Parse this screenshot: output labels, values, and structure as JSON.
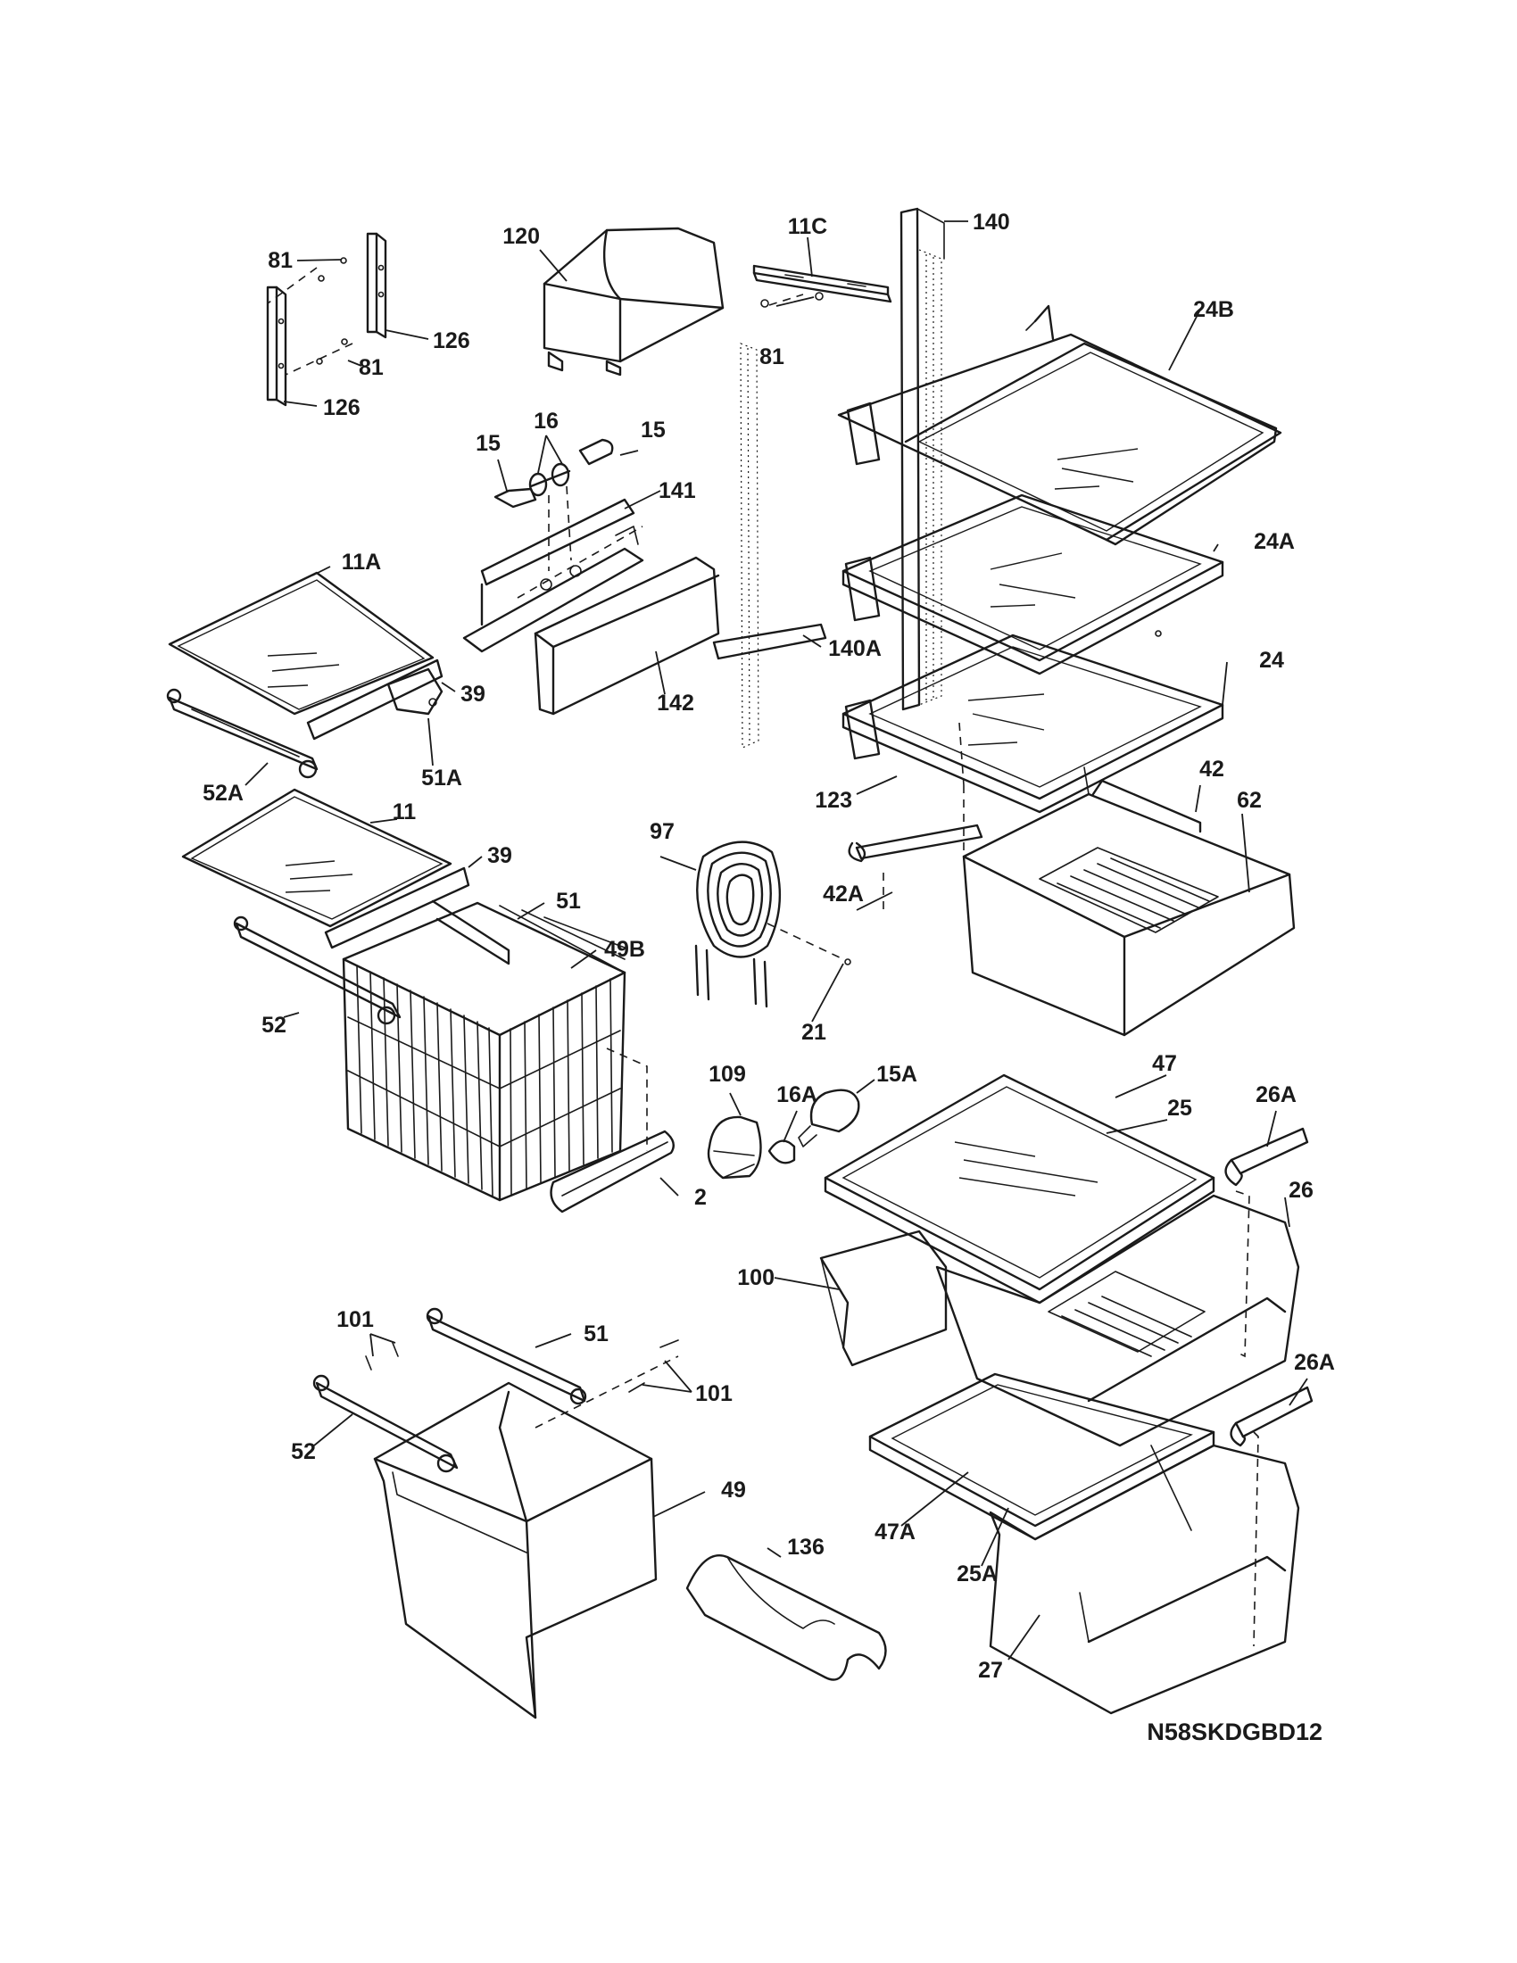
{
  "diagram_code": "N58SKDGBD12",
  "callouts": {
    "c81a": "81",
    "c126a": "126",
    "c81b": "81",
    "c126b": "126",
    "c120": "120",
    "c11c": "11C",
    "c140": "140",
    "c81c": "81",
    "c24b": "24B",
    "c15a": "15",
    "c16": "16",
    "c15b": "15",
    "c141": "141",
    "c24a": "24A",
    "c11a": "11A",
    "c39a": "39",
    "c142": "142",
    "c140a": "140A",
    "c24": "24",
    "c52a": "52A",
    "c51a": "51A",
    "c123": "123",
    "c42": "42",
    "c62": "62",
    "c97": "97",
    "c11": "11",
    "c39b": "39",
    "c51": "51",
    "c42a": "42A",
    "c49b": "49B",
    "c52": "52",
    "c21": "21",
    "c109": "109",
    "c16a": "16A",
    "c15aa": "15A",
    "c47": "47",
    "c25": "25",
    "c26a": "26A",
    "c26": "26",
    "c2": "2",
    "c100": "100",
    "c101a": "101",
    "c51b": "51",
    "c101b": "101",
    "c26ab": "26A",
    "c52b": "52",
    "c49": "49",
    "c47a": "47A",
    "c136": "136",
    "c25a": "25A",
    "c27": "27"
  }
}
